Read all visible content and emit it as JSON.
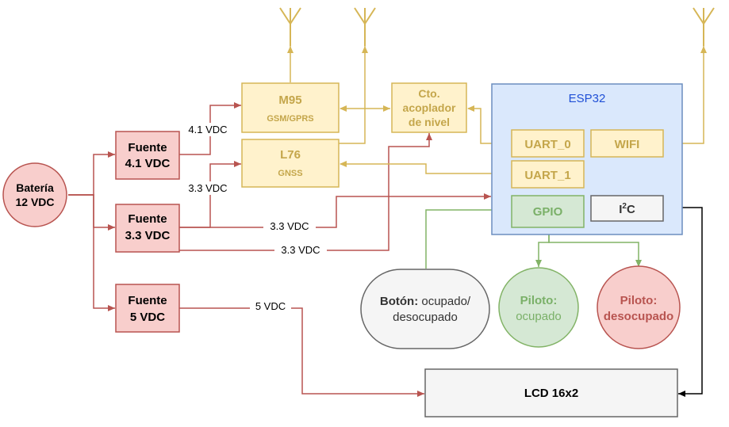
{
  "battery": {
    "line1": "Batería",
    "line2": "12 VDC"
  },
  "psu41": {
    "line1": "Fuente",
    "line2": "4.1 VDC"
  },
  "psu33": {
    "line1": "Fuente",
    "line2": "3.3 VDC"
  },
  "psu5": {
    "line1": "Fuente",
    "line2": "5 VDC"
  },
  "m95": {
    "title": "M95",
    "subtitle": "GSM/GPRS"
  },
  "l76": {
    "title": "L76",
    "subtitle": "GNSS"
  },
  "level_shifter": {
    "line1": "Cto.",
    "line2": "acoplador",
    "line3": "de nivel"
  },
  "esp32": {
    "title": "ESP32",
    "uart0": "UART_0",
    "uart1": "UART_1",
    "wifi": "WIFI",
    "gpio": "GPIO",
    "i2c_main": "I",
    "i2c_sup": "2",
    "i2c_tail": "C"
  },
  "button": {
    "bold": "Botón:",
    "rest": " ocupado/",
    "line2": "desocupado"
  },
  "led_busy": {
    "line1": "Piloto:",
    "line2": "ocupado"
  },
  "led_free": {
    "line1": "Piloto:",
    "line2": "desocupado"
  },
  "lcd": {
    "label": "LCD 16x2"
  },
  "wire_labels": {
    "v41": "4.1 VDC",
    "v33_l76": "3.3 VDC",
    "v33_esp": "3.3 VDC",
    "v33_shifter": "3.3 VDC",
    "v5": "5 VDC"
  },
  "colors": {
    "power_fill": "#f8cecc",
    "power_stroke": "#b85450",
    "module_fill": "#fff2cc",
    "module_stroke": "#d6b656",
    "esp_fill": "#dae8fc",
    "esp_stroke": "#6c8ebf",
    "esp_title": "#1f4fd6",
    "gpio_fill": "#d5e8d4",
    "gpio_stroke": "#82b366",
    "grey_fill": "#f5f5f5",
    "grey_stroke": "#666666",
    "module_text": "#c4a64b",
    "green_text": "#7ab068",
    "red_text": "#b85450"
  }
}
